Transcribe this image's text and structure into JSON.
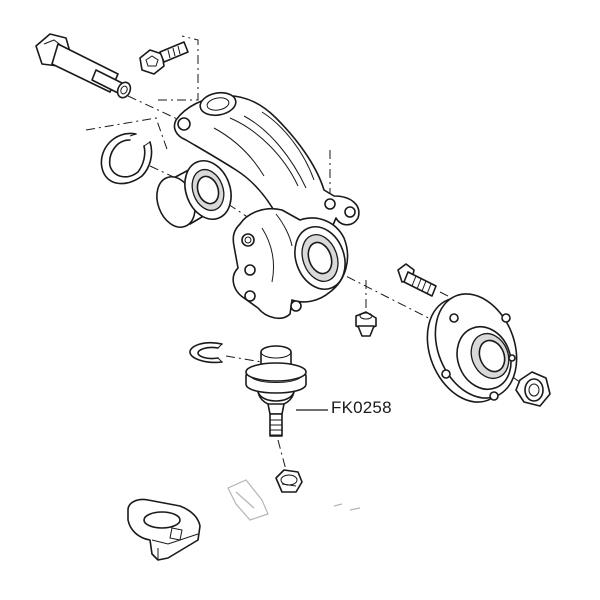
{
  "diagram": {
    "callout": {
      "part_number": "FK0258",
      "points_to": "ball-joint"
    },
    "parts": [
      "hub-bolt",
      "small-bolt",
      "circlip-upper",
      "wheel-bearing",
      "steering-knuckle",
      "wheel-stud",
      "wheel-hub",
      "hub-nut",
      "grommet",
      "circlip-lower",
      "ball-joint",
      "lock-nut",
      "heat-shield-bracket"
    ]
  }
}
